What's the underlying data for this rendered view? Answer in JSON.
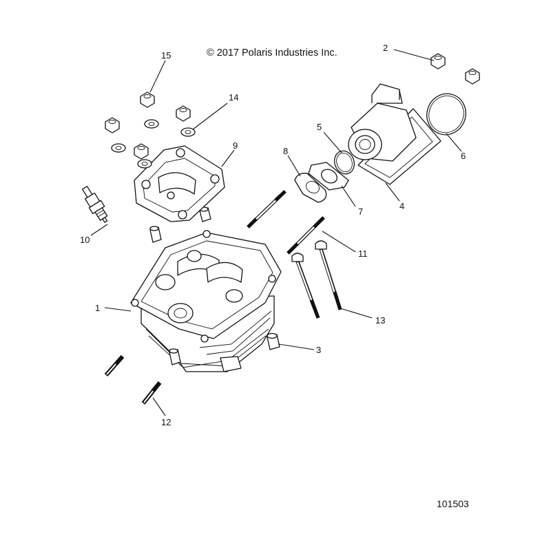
{
  "copyright": "© 2017 Polaris Industries Inc.",
  "figure_id": "101503",
  "callouts": [
    {
      "number": "1"
    },
    {
      "number": "2"
    },
    {
      "number": "3"
    },
    {
      "number": "4"
    },
    {
      "number": "5"
    },
    {
      "number": "6"
    },
    {
      "number": "7"
    },
    {
      "number": "8"
    },
    {
      "number": "9"
    },
    {
      "number": "10"
    },
    {
      "number": "11"
    },
    {
      "number": "12"
    },
    {
      "number": "13"
    },
    {
      "number": "14"
    },
    {
      "number": "15"
    }
  ]
}
